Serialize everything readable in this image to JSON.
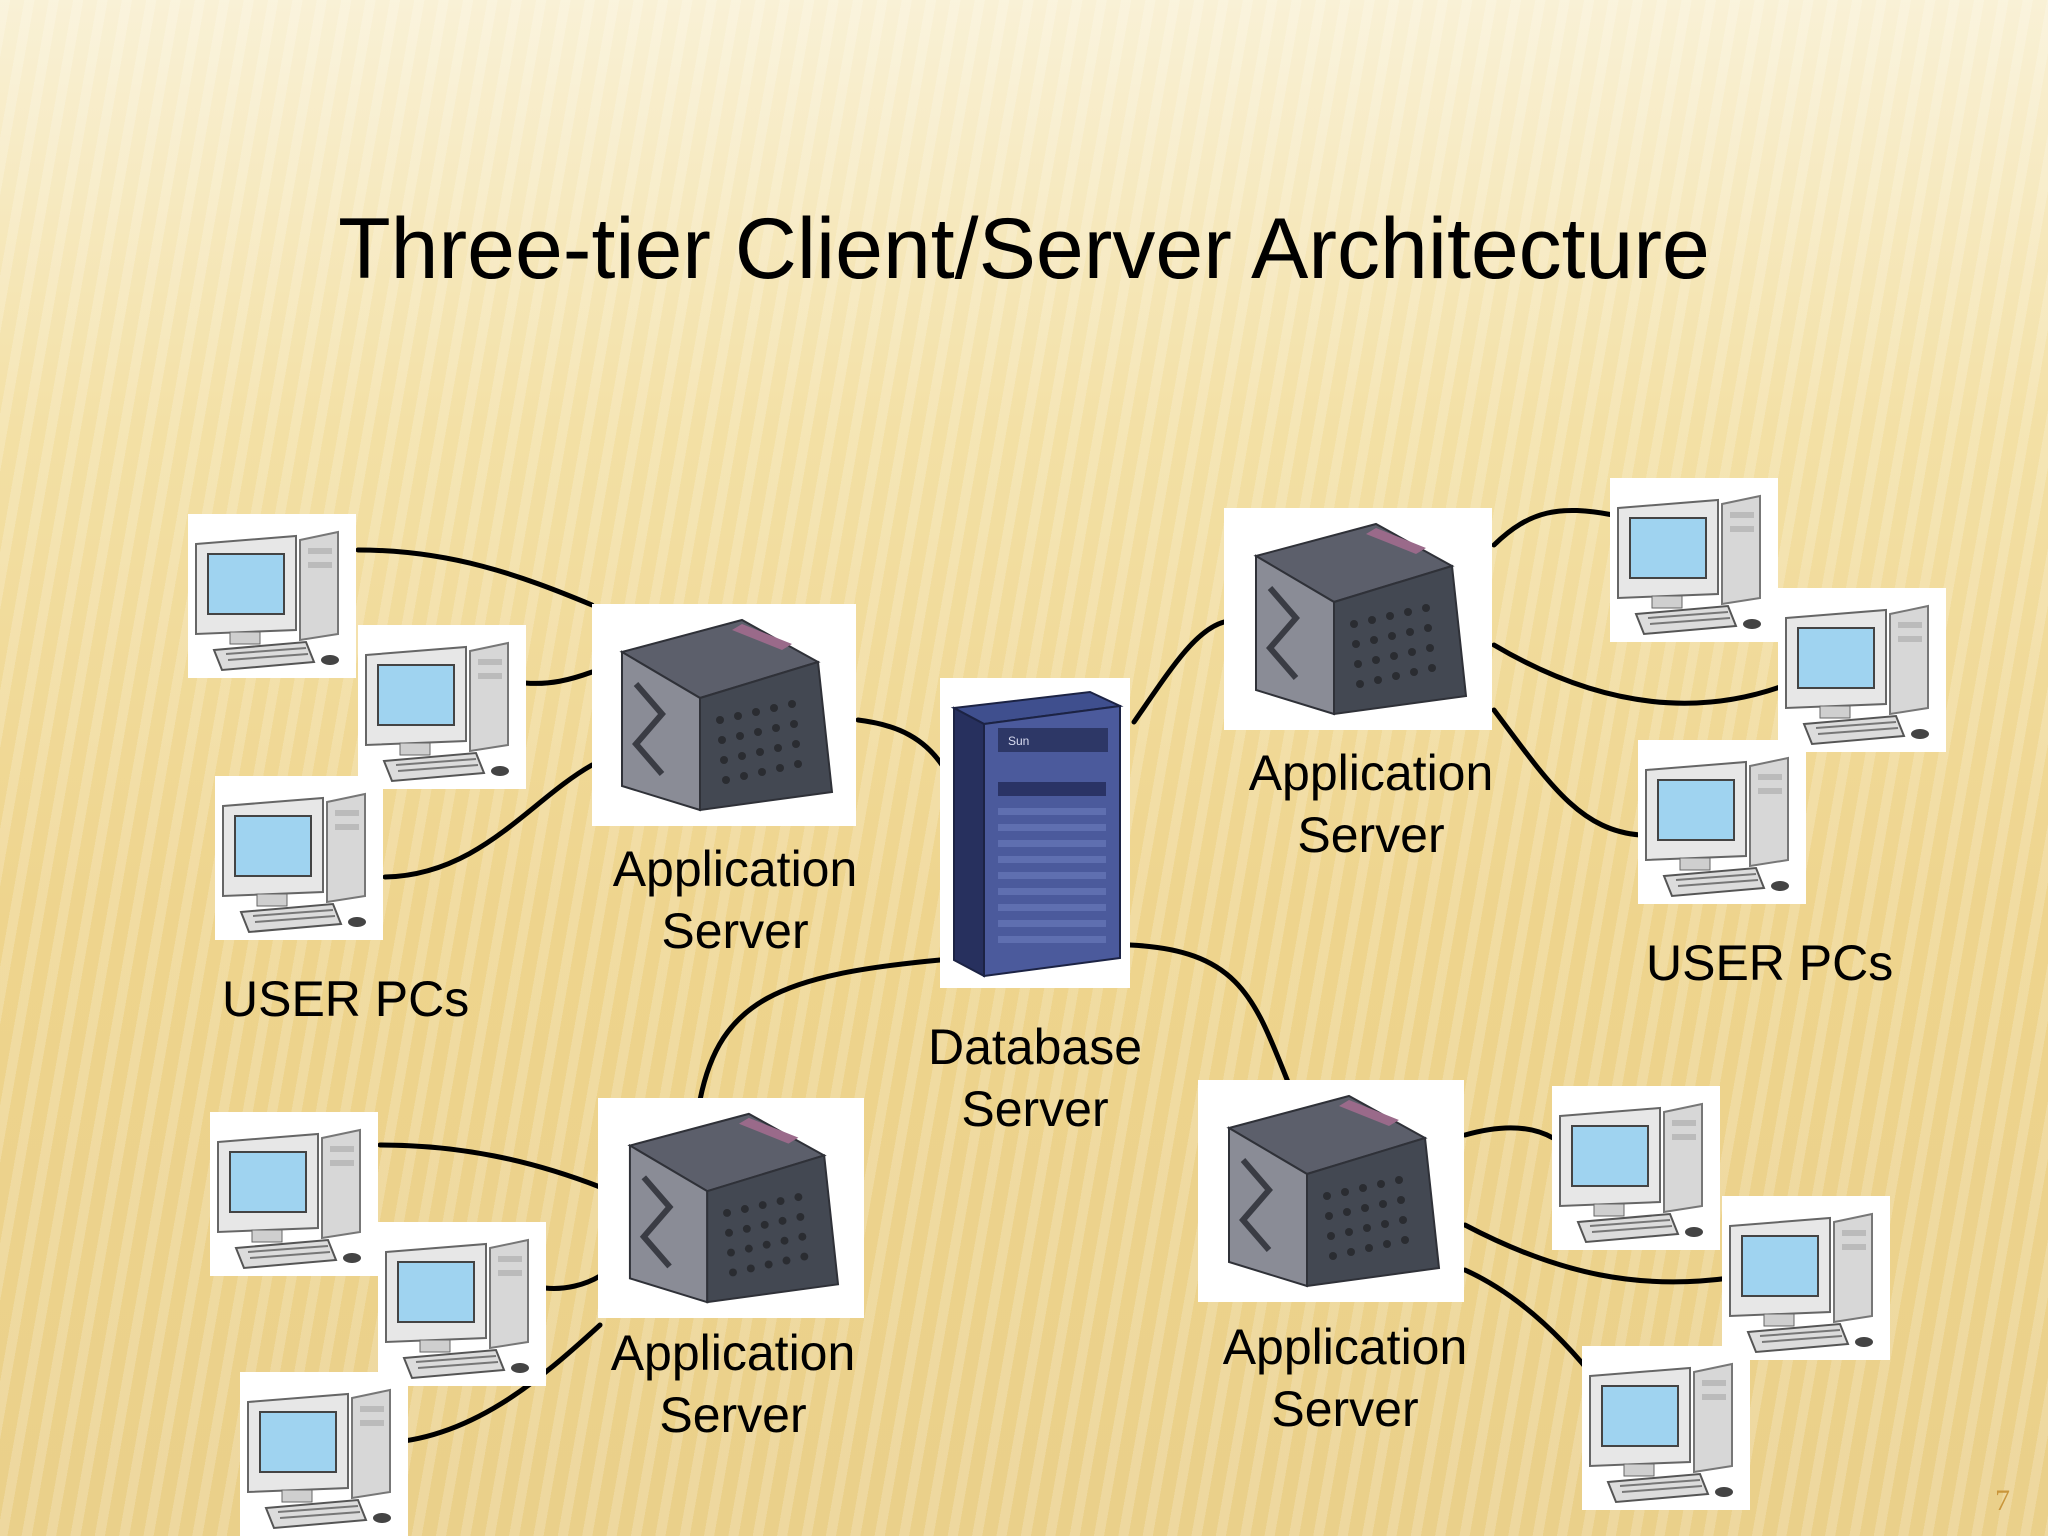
{
  "slide": {
    "title": "Three-tier Client/Server Architecture",
    "page_number": "7"
  },
  "labels": {
    "app_server_line1": "Application",
    "app_server_line2": "Server",
    "db_server_line1": "Database",
    "db_server_line2": "Server",
    "user_pcs": "USER PCs"
  },
  "icons": {
    "user_pc": "desktop-computer-icon",
    "app_server": "application-server-icon",
    "db_server": "database-server-tower-icon"
  },
  "colors": {
    "screen": "#9fd3f0",
    "wire": "#000000",
    "page_number": "#c9963c"
  }
}
